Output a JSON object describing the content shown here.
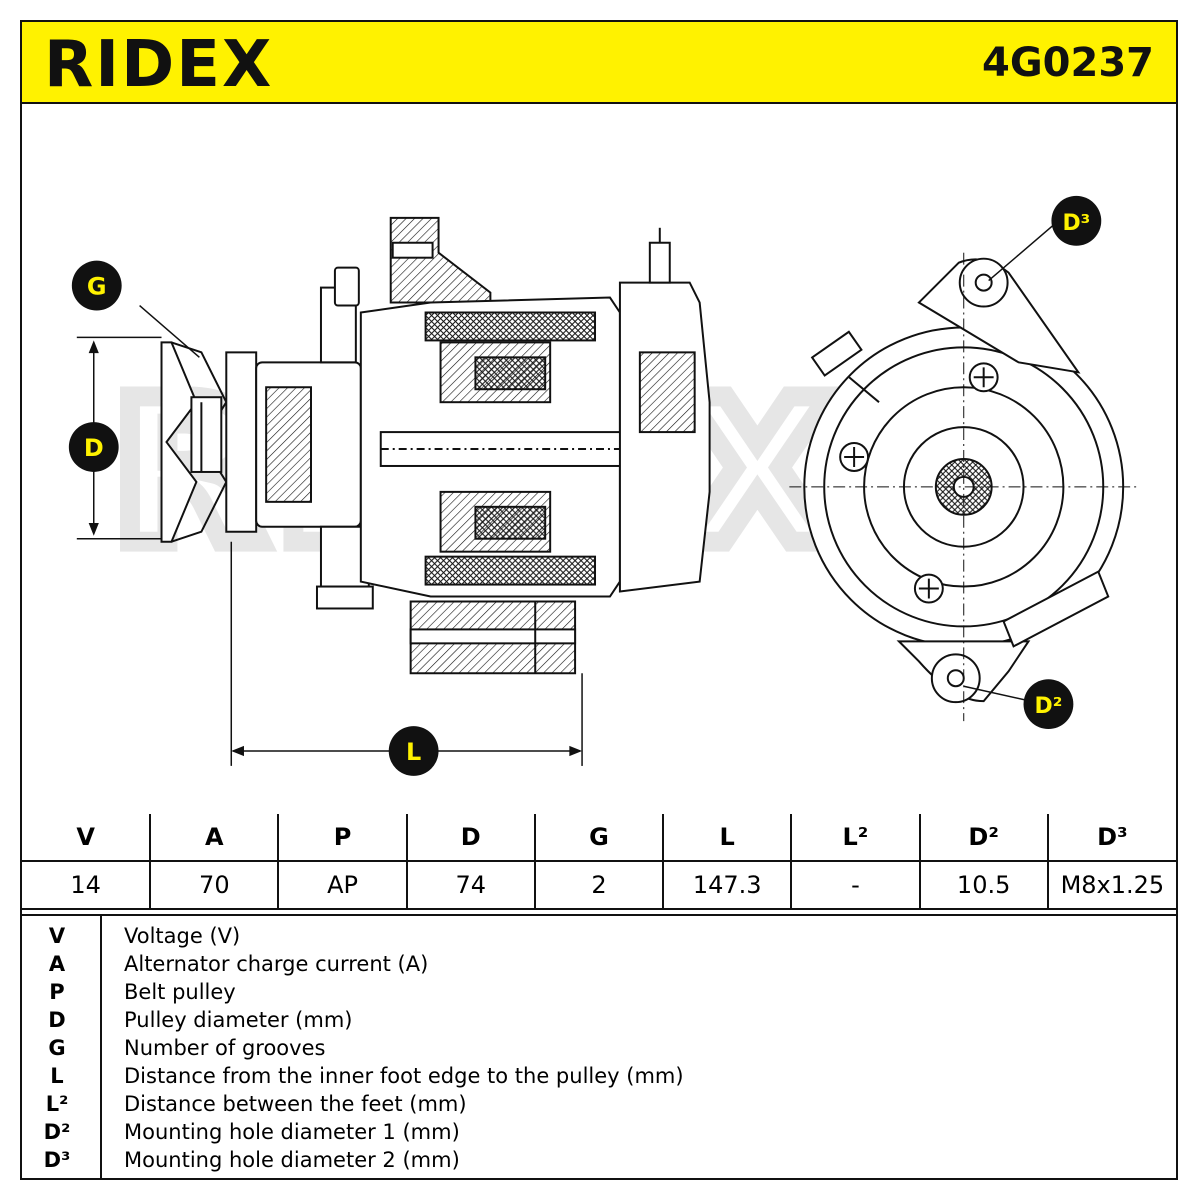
{
  "header": {
    "logo": "RIDEX",
    "part_number": "4G0237"
  },
  "callouts": {
    "g": "G",
    "d": "D",
    "l": "L",
    "d3": "D³",
    "d2": "D²"
  },
  "watermark": "RIDEX",
  "colors": {
    "brand_yellow": "#FFF200",
    "ink": "#111111",
    "watermark": "#e6e6e6"
  },
  "specs": {
    "headers": [
      "V",
      "A",
      "P",
      "D",
      "G",
      "L",
      "L²",
      "D²",
      "D³"
    ],
    "values": [
      "14",
      "70",
      "AP",
      "74",
      "2",
      "147.3",
      "-",
      "10.5",
      "M8x1.25"
    ]
  },
  "legend": [
    {
      "code": "V",
      "desc": "Voltage (V)"
    },
    {
      "code": "A",
      "desc": "Alternator charge current (A)"
    },
    {
      "code": "P",
      "desc": "Belt pulley"
    },
    {
      "code": "D",
      "desc": "Pulley diameter (mm)"
    },
    {
      "code": "G",
      "desc": "Number of grooves"
    },
    {
      "code": "L",
      "desc": "Distance from the inner foot edge to the pulley (mm)"
    },
    {
      "code": "L²",
      "desc": "Distance between the feet (mm)"
    },
    {
      "code": "D²",
      "desc": "Mounting hole diameter 1 (mm)"
    },
    {
      "code": "D³",
      "desc": "Mounting hole diameter 2 (mm)"
    }
  ]
}
